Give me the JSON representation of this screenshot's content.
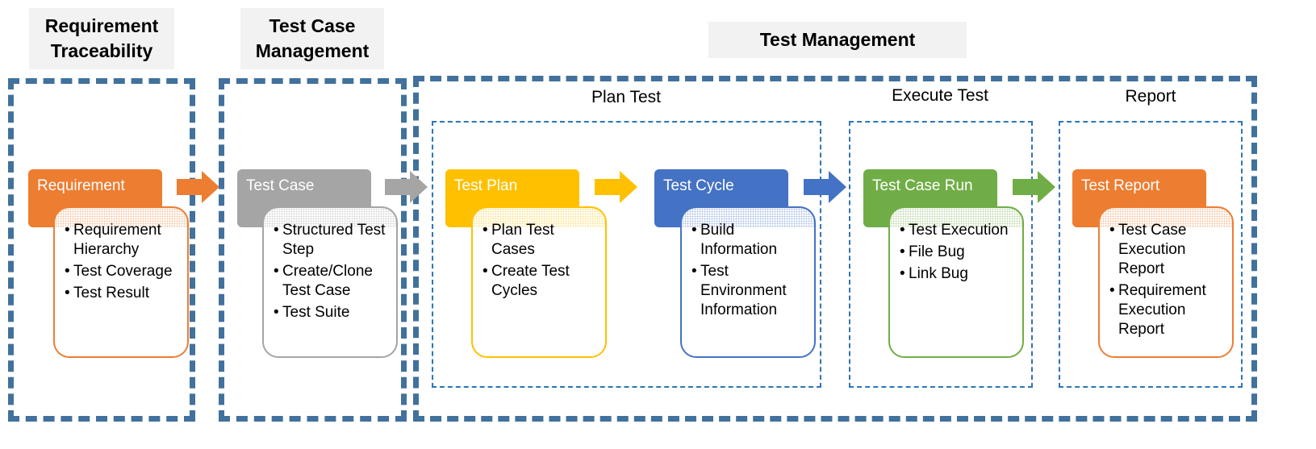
{
  "sections": {
    "requirement_traceability": "Requirement\nTraceability",
    "test_case_management": "Test Case\nManagement",
    "test_management": "Test Management"
  },
  "groups": {
    "plan_test": "Plan Test",
    "execute_test": "Execute Test",
    "report": "Report"
  },
  "cards": [
    {
      "title": "Requirement",
      "color": "#ed7d31",
      "items": [
        "Requirement Hierarchy",
        "Test Coverage",
        "Test Result"
      ]
    },
    {
      "title": "Test Case",
      "color": "#a5a5a5",
      "items": [
        "Structured Test Step",
        "Create/Clone Test Case",
        "Test Suite"
      ]
    },
    {
      "title": "Test Plan",
      "color": "#ffc000",
      "items": [
        "Plan Test Cases",
        "Create Test Cycles"
      ]
    },
    {
      "title": "Test Cycle",
      "color": "#4472c4",
      "items": [
        "Build Information",
        "Test Environment Information"
      ]
    },
    {
      "title": "Test Case Run",
      "color": "#70ad47",
      "items": [
        "Test Execution",
        "File Bug",
        "Link Bug"
      ]
    },
    {
      "title": "Test Report",
      "color": "#ed7d31",
      "items": [
        "Test Case Execution Report",
        "Requirement Execution Report"
      ]
    }
  ],
  "arrow_colors": [
    "#ed7d31",
    "#a5a5a5",
    "#ffc000",
    "#4472c4",
    "#70ad47"
  ],
  "colors": {
    "dashed_border": "#41719c",
    "sub_border": "#2e75b6",
    "title_bg": "#f2f2f2"
  }
}
